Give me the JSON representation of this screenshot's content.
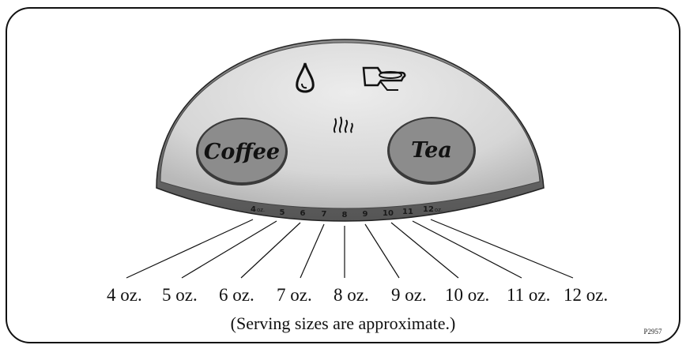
{
  "panel": {
    "icons": {
      "water": "water-drop-icon",
      "brew_basket": "brew-basket-icon",
      "heat": "heat-steam-icon"
    },
    "buttons": {
      "coffee": "Coffee",
      "tea": "Tea"
    },
    "dial": {
      "first": "4",
      "first_unit": "oz.",
      "marks": [
        "5",
        "6",
        "7",
        "8",
        "9",
        "10",
        "11"
      ],
      "last": "12",
      "last_unit": "oz."
    }
  },
  "serving_sizes": [
    "4 oz.",
    "5 oz.",
    "6 oz.",
    "7 oz.",
    "8 oz.",
    "9 oz.",
    "10 oz.",
    "11 oz.",
    "12 oz."
  ],
  "caption": "(Serving sizes are approximate.)",
  "figure_code": "P2957",
  "colors": {
    "panel_fill": "#d9d9d9",
    "panel_rim": "#7a7a7a",
    "button_fill": "#8c8c8c",
    "line": "#111111"
  }
}
